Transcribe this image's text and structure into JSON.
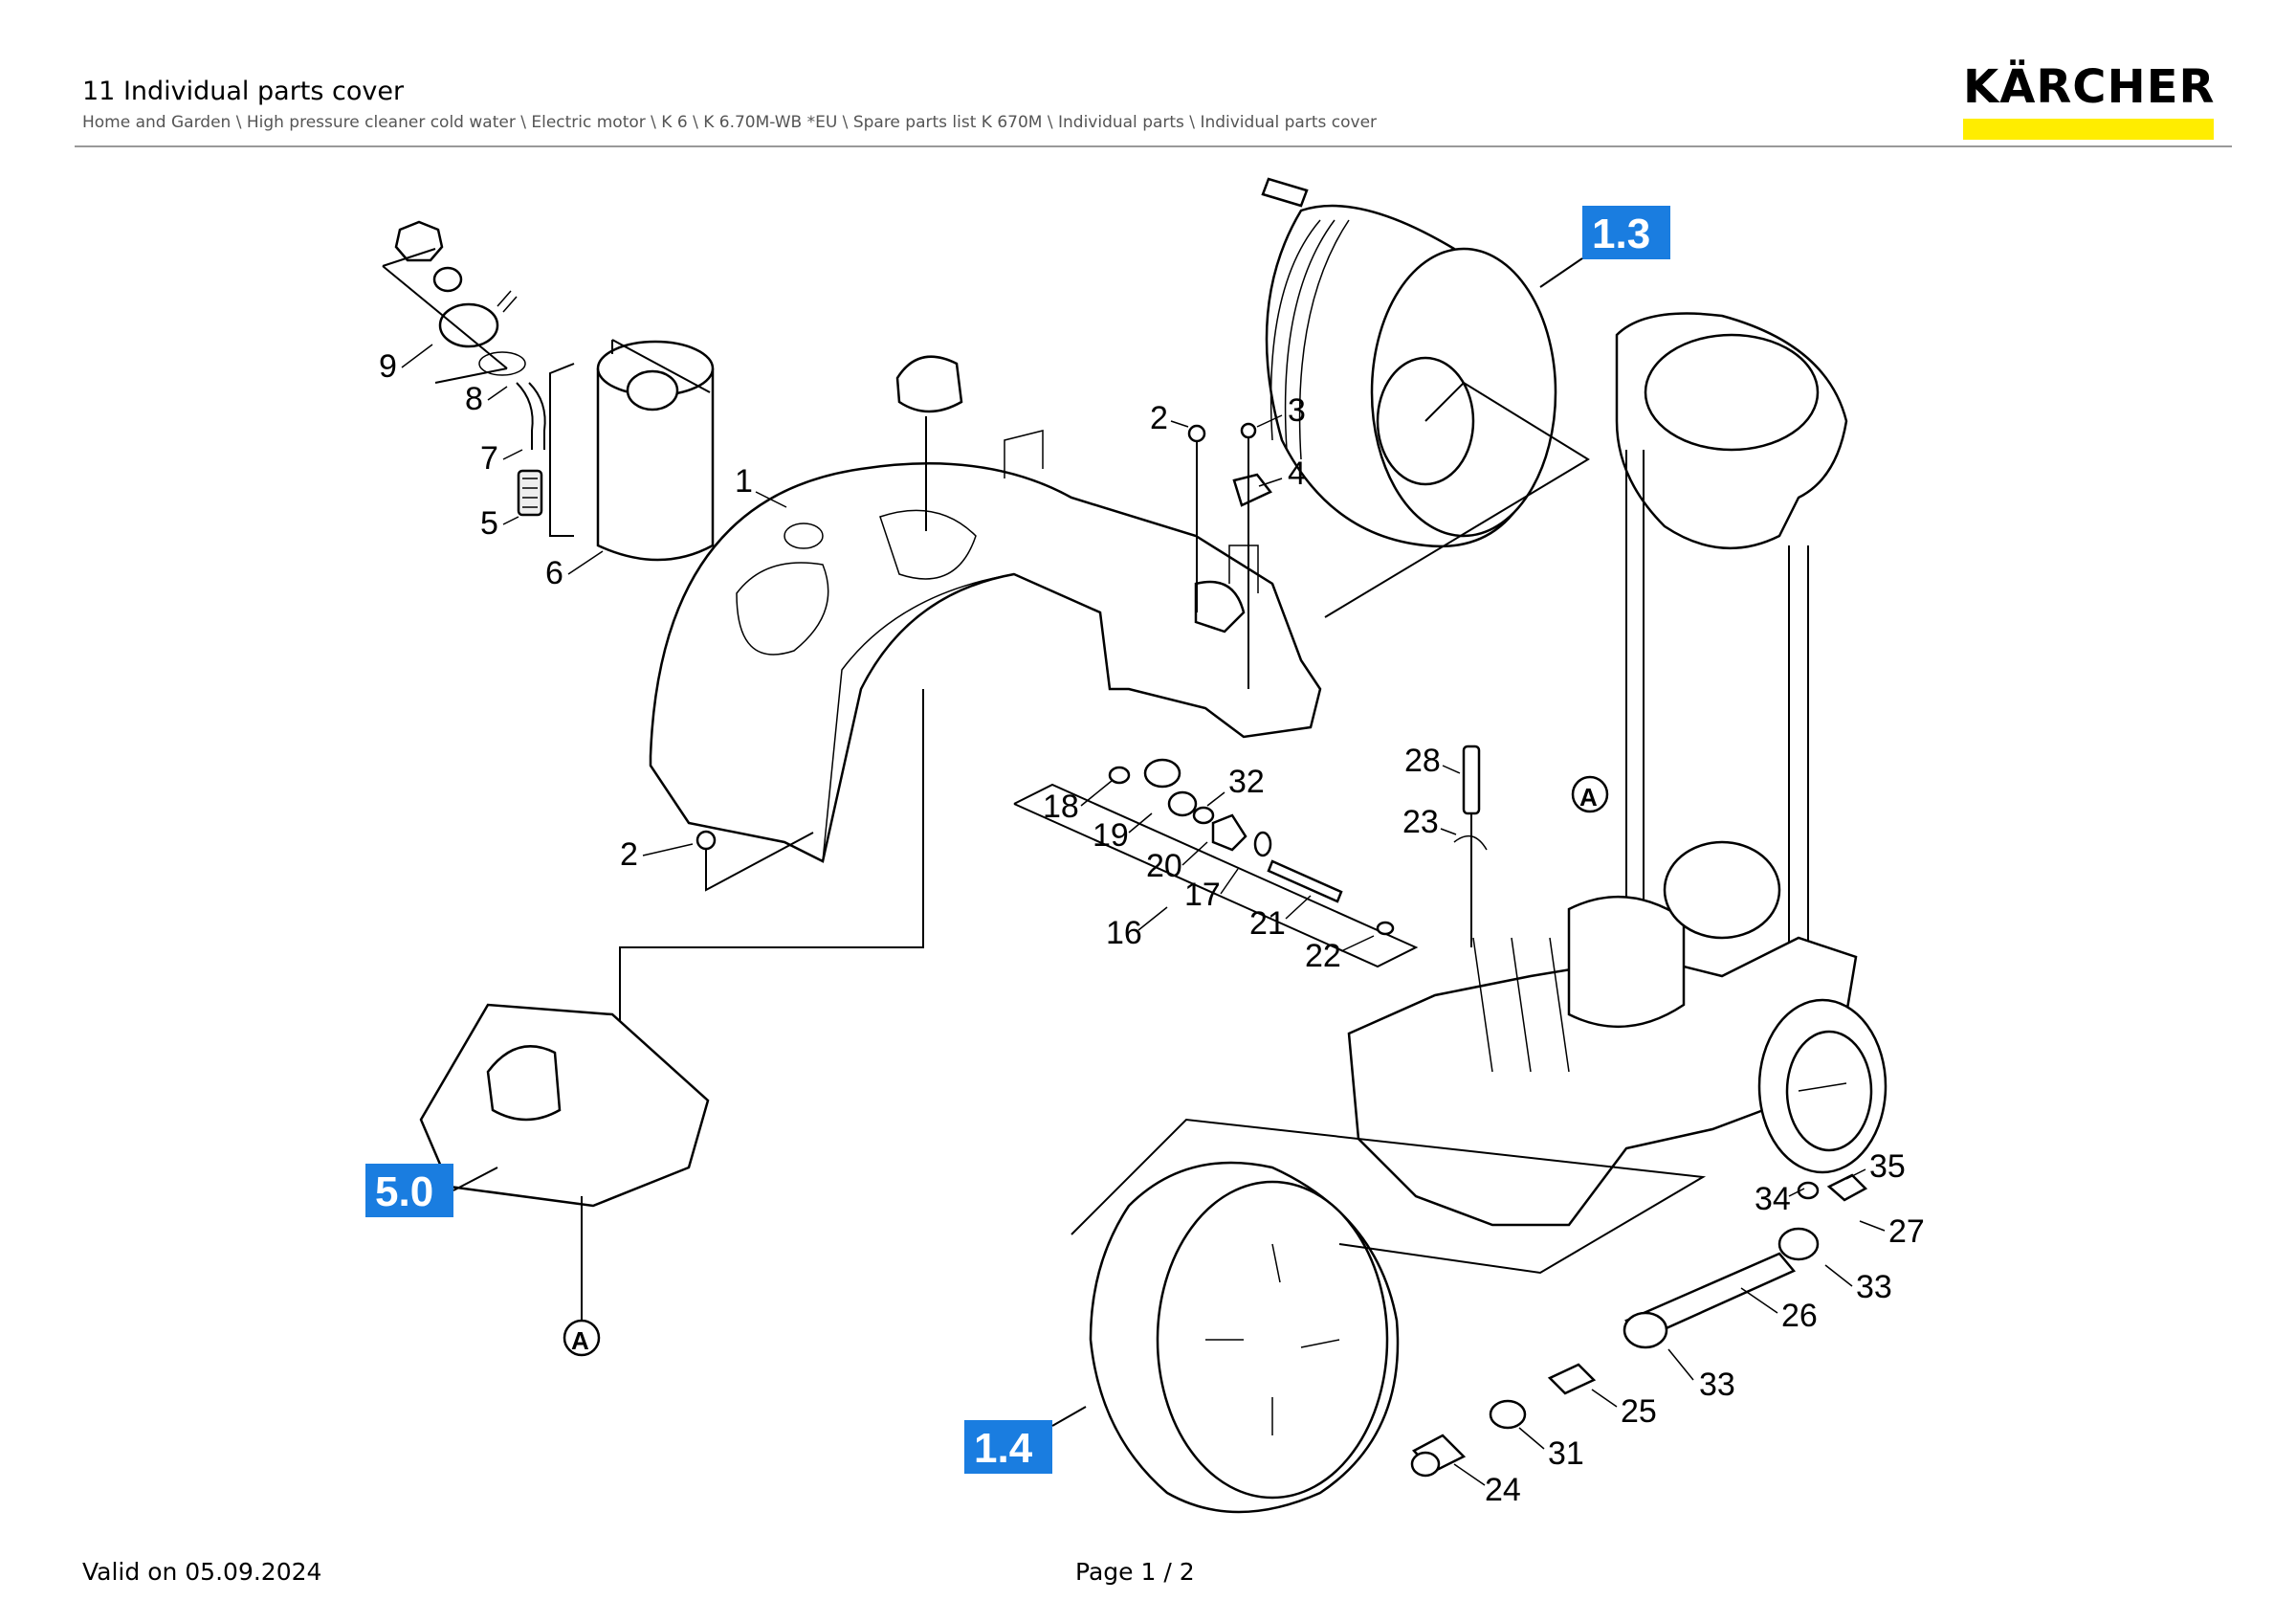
{
  "header": {
    "title": "11 Individual parts cover",
    "breadcrumb": "Home and Garden \\ High pressure cleaner cold water \\ Electric motor \\ K 6 \\ K 6.70M-WB *EU \\ Spare parts list K 670M \\ Individual parts \\ Individual parts cover",
    "logo": "KÄRCHER",
    "brand_color": "#ffed00"
  },
  "diagram": {
    "labels": [
      "1",
      "2",
      "2",
      "3",
      "4",
      "5",
      "6",
      "7",
      "8",
      "9",
      "16",
      "17",
      "18",
      "19",
      "20",
      "21",
      "22",
      "23",
      "24",
      "25",
      "26",
      "27",
      "28",
      "31",
      "32",
      "33",
      "33",
      "34",
      "35"
    ],
    "refs": [
      "1.3",
      "1.4",
      "5.0"
    ],
    "ref_color": "#1a7de0",
    "markers": [
      "A",
      "A"
    ]
  },
  "footer": {
    "valid": "Valid on 05.09.2024",
    "page": "Page 1 / 2"
  }
}
